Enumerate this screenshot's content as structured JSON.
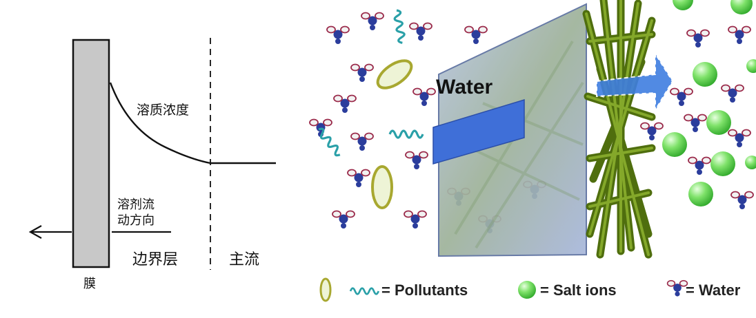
{
  "left_diagram": {
    "solute_concentration_label": "溶质浓度",
    "solvent_flow_label_line1": "溶剂流",
    "solvent_flow_label_line2": "动方向",
    "boundary_layer_label": "边界层",
    "main_flow_label": "主流",
    "membrane_label": "膜"
  },
  "right_diagram": {
    "water_flow_label": "Water",
    "colors": {
      "membrane_fill": "#9fb3d6",
      "water_arrow": "#3f6fd8",
      "fiber_green": "#5a7d12",
      "salt_ion": "#5cd646",
      "pollutant_spiral": "#2aa0a8",
      "pollutant_ellipse": "#b8b846"
    }
  },
  "legend": {
    "pollutants_label": "= Pollutants",
    "salt_ions_label": "= Salt ions",
    "water_label": "= Water"
  }
}
